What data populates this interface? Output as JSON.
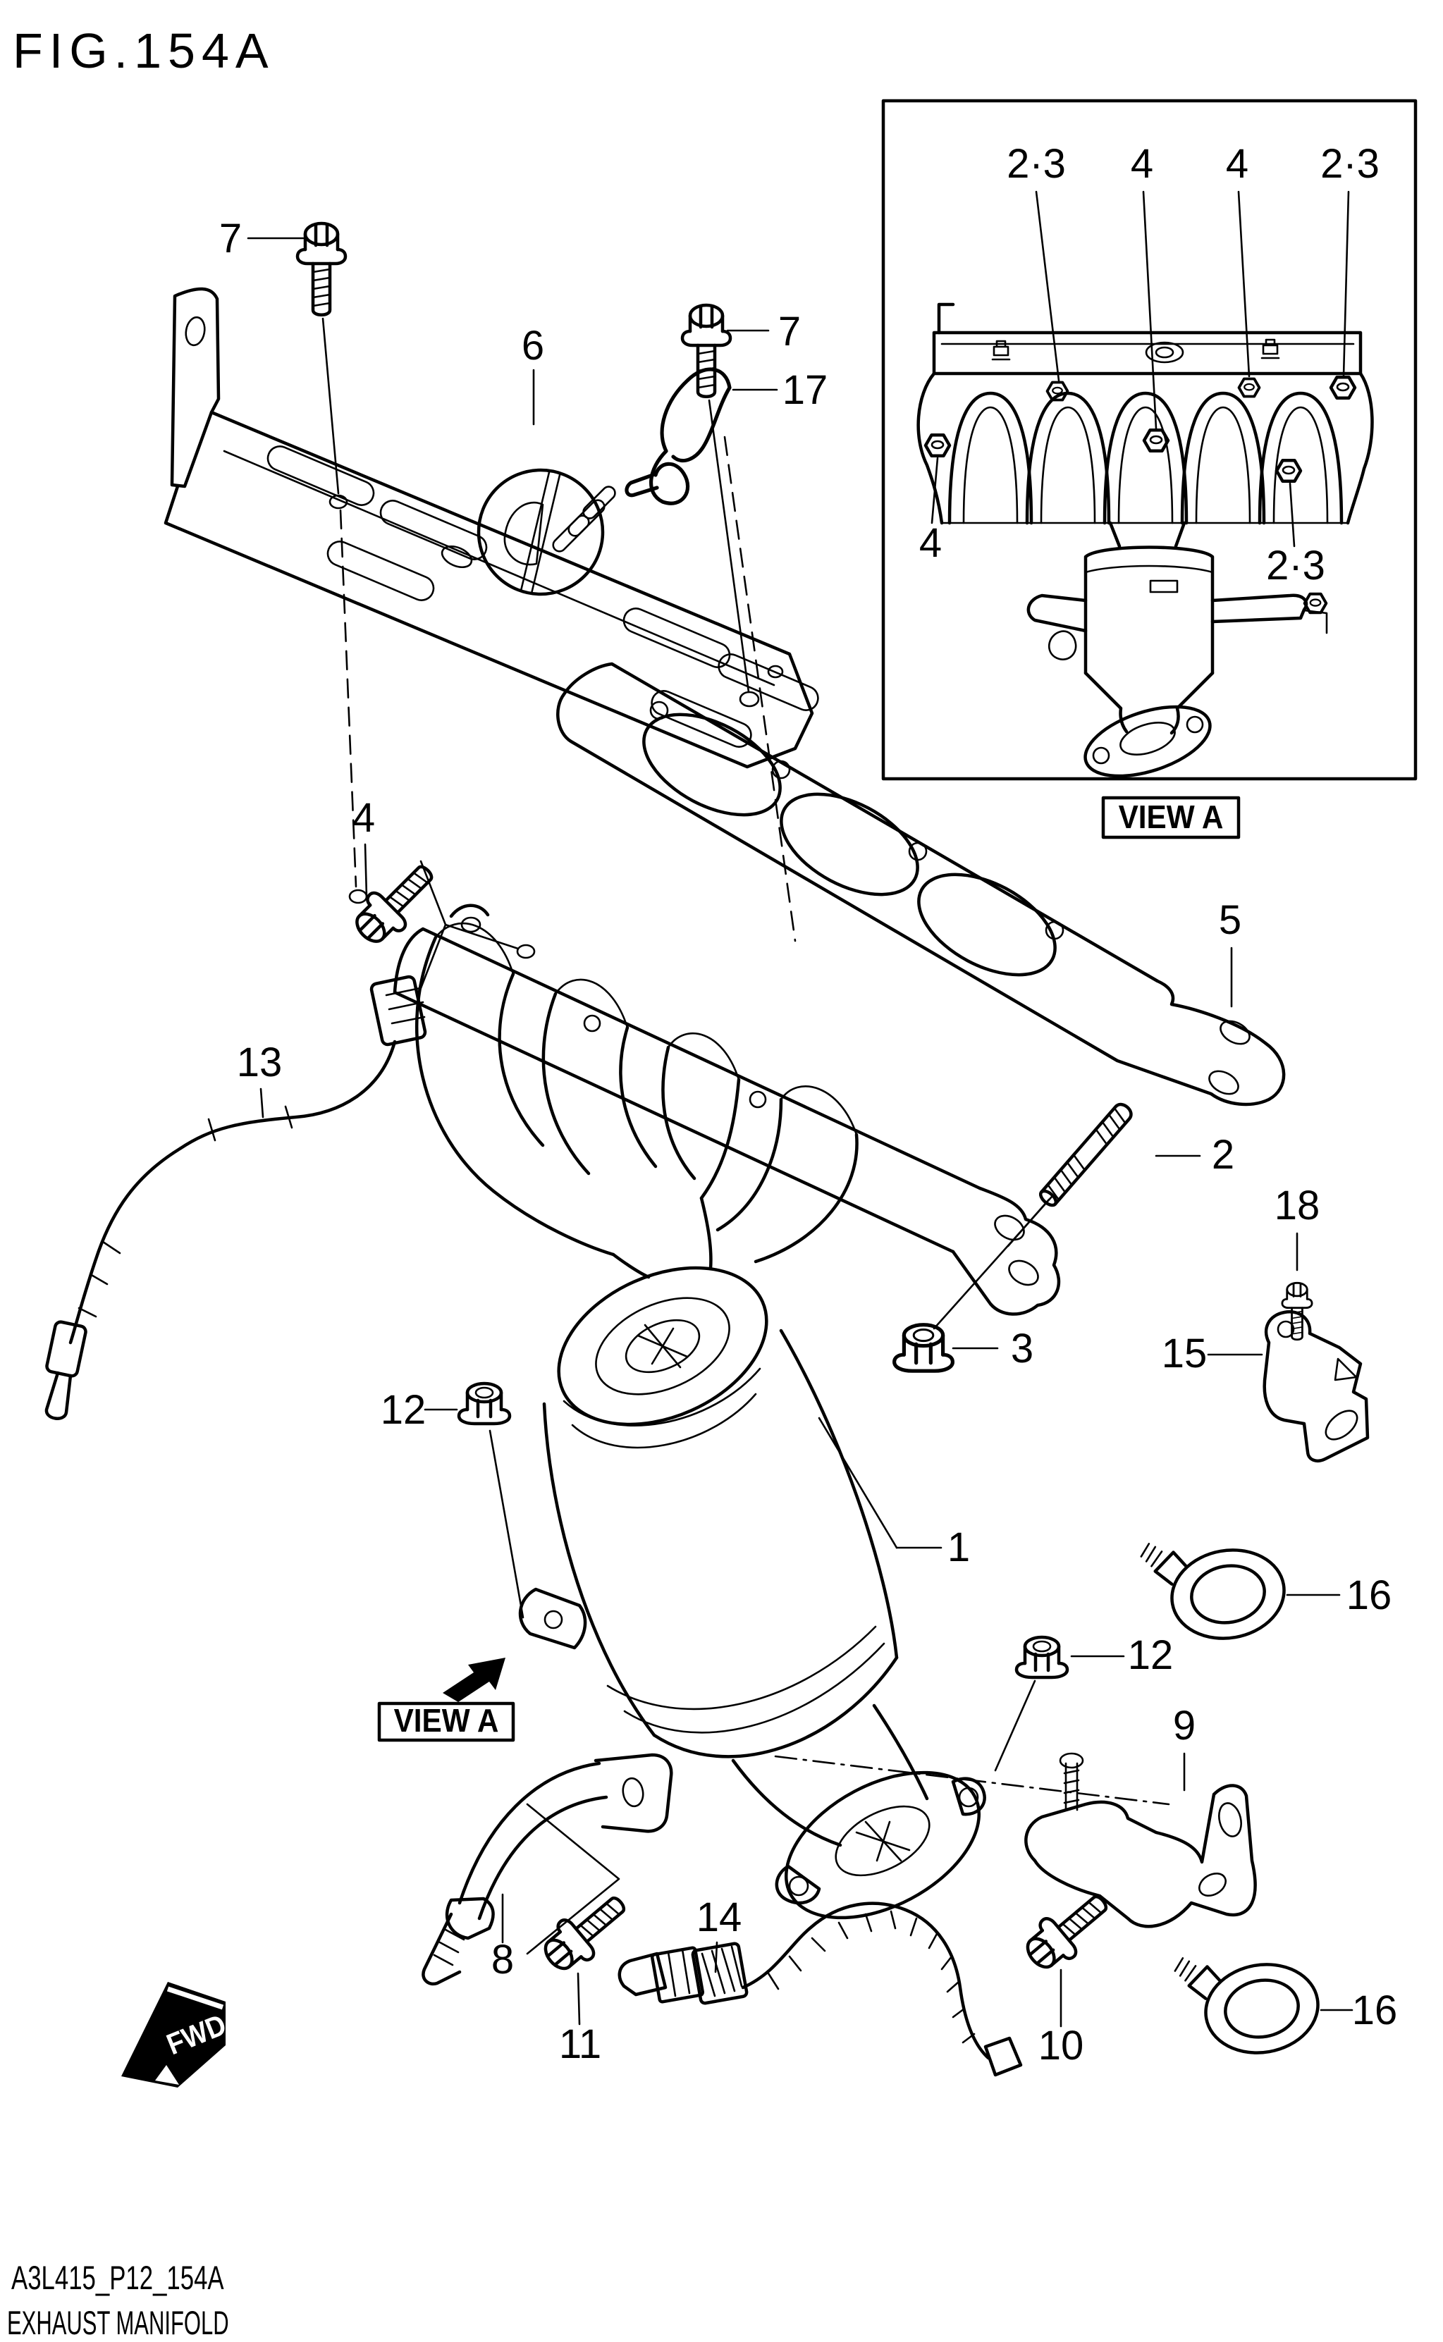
{
  "figure": {
    "title": "FIG.154A"
  },
  "footer": {
    "drawing_code": "A3L415_P12_154A",
    "part_name": "EXHAUST MANIFOLD"
  },
  "view_a": {
    "label": "VIEW A"
  },
  "fwd": {
    "label": "FWD"
  },
  "colors": {
    "line": "#000000",
    "background": "#ffffff"
  },
  "callouts": {
    "n7a": "7",
    "n6": "6",
    "n7b": "7",
    "n17": "17",
    "n4": "4",
    "n13": "13",
    "n5": "5",
    "n2": "2",
    "n18": "18",
    "n15": "15",
    "n3": "3",
    "n12a": "12",
    "n1": "1",
    "n16a": "16",
    "n12b": "12",
    "n9": "9",
    "n8": "8",
    "n11": "11",
    "n14": "14",
    "n10": "10",
    "n16b": "16"
  },
  "inset": {
    "view_label": "VIEW A",
    "callouts": {
      "t1": "2·3",
      "t2": "4",
      "t3": "4",
      "t4": "2·3",
      "b1": "4",
      "b2": "2·3"
    }
  }
}
